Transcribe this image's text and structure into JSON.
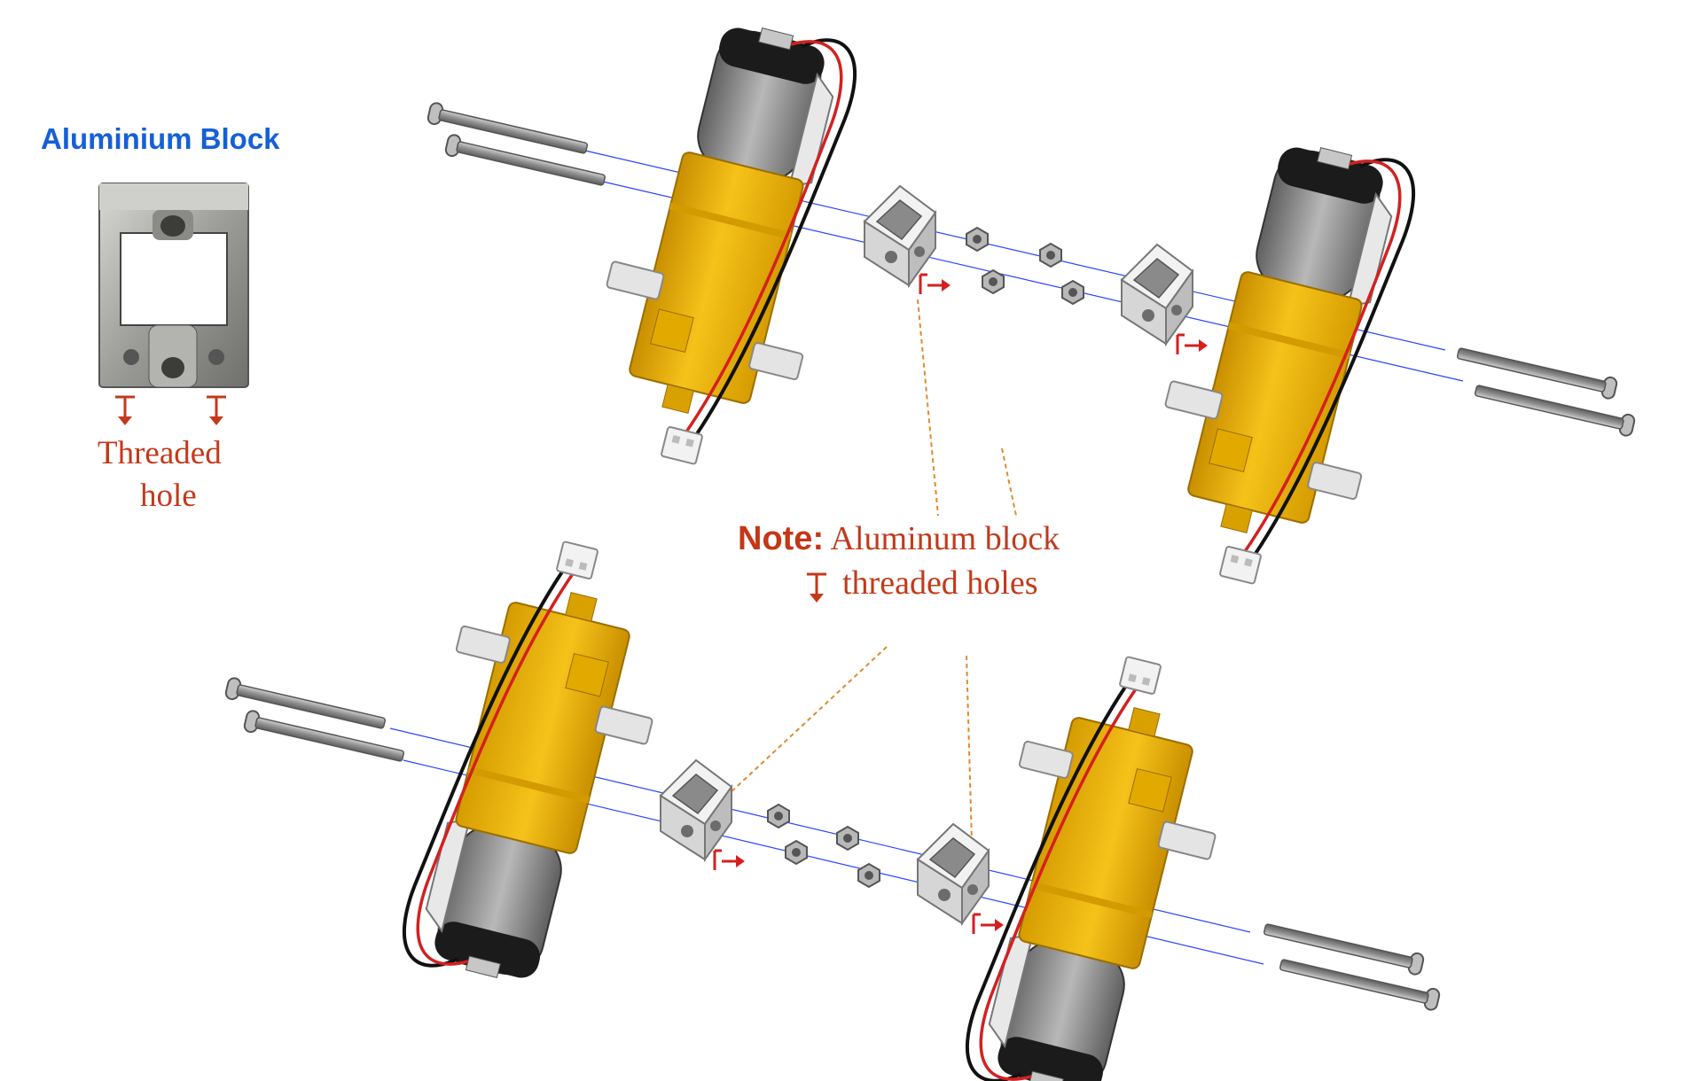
{
  "labels": {
    "block_title": "Aluminium Block",
    "threaded_hole_1": "Threaded",
    "threaded_hole_2": "hole",
    "note_key": "Note:",
    "note_text_1": "Aluminum block",
    "note_text_2": "threaded holes"
  },
  "icons": {
    "threaded_hole_symbol": "threaded-hole-symbol-icon"
  },
  "colors": {
    "title_blue": "#1560d8",
    "annotation_red": "#c23a1b",
    "motor_yellow": "#f0b400",
    "motor_yellow_dark": "#c68c00",
    "aluminium_grey": "#9a9a9a",
    "motor_body_grey": "#8a8a8a",
    "axis_line_blue": "#1e3cff",
    "leader_line_orange": "#e08a30",
    "wire_red": "#d42020",
    "wire_black": "#111111"
  },
  "parts": {
    "motors": 4,
    "aluminium_blocks": 4,
    "screws": 8,
    "nuts": 8
  }
}
